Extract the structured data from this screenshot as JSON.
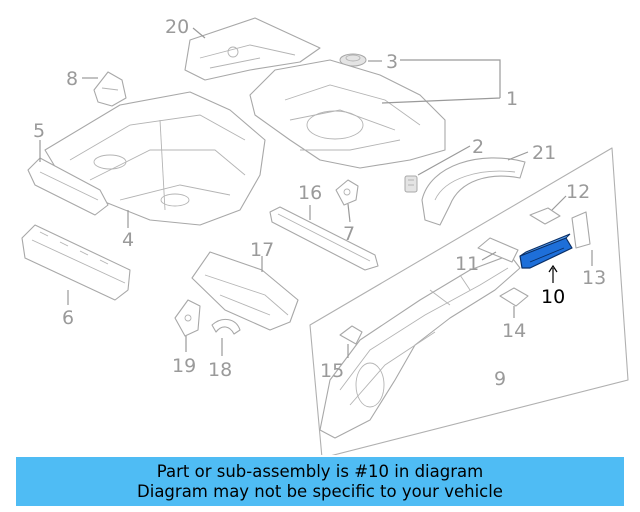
{
  "callouts": {
    "c1": "1",
    "c2": "2",
    "c3": "3",
    "c4": "4",
    "c5": "5",
    "c6": "6",
    "c7": "7",
    "c8": "8",
    "c9": "9",
    "c10": "10",
    "c11": "11",
    "c12": "12",
    "c13": "13",
    "c14": "14",
    "c15": "15",
    "c16": "16",
    "c17": "17",
    "c18": "18",
    "c19": "19",
    "c20": "20",
    "c21": "21"
  },
  "highlight_part": "10",
  "colors": {
    "highlight": "#1e6fd9",
    "banner": "#4fbcf4",
    "line": "#9a9a9a"
  },
  "footer": {
    "line1": "Part or sub-assembly is #10 in diagram",
    "line2": "Diagram may not be specific to your vehicle"
  }
}
